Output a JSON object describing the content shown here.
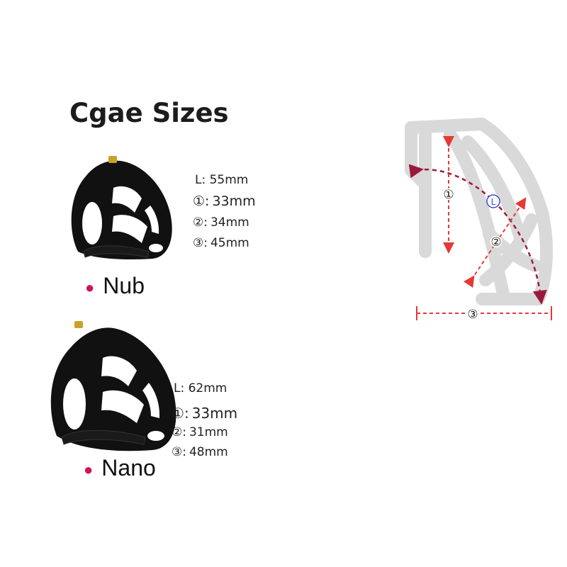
{
  "title": "Cgae Sizes",
  "products": [
    {
      "name": "Nub",
      "specs": {
        "L_label": "L:",
        "L": "55mm",
        "d1": "33mm",
        "d2": "34mm",
        "d3": "45mm"
      }
    },
    {
      "name": "Nano",
      "specs": {
        "L_label": "L:",
        "L": "62mm",
        "d1": "33mm",
        "d2": "31mm",
        "d3": "48mm"
      }
    }
  ],
  "marker_labels": {
    "one": "①",
    "two": "②",
    "three": "③",
    "sep": ":"
  },
  "diagram": {
    "labels": {
      "one": "①",
      "two": "②",
      "three": "③",
      "L": "L"
    },
    "colors": {
      "outline": "#d9d9d9",
      "arrow_L": "#9b1a3c",
      "arrow_dim": "#e53935",
      "L_circle": "#3a4bd6"
    }
  },
  "colors": {
    "bullet": "#d0145a",
    "text": "#222222"
  }
}
